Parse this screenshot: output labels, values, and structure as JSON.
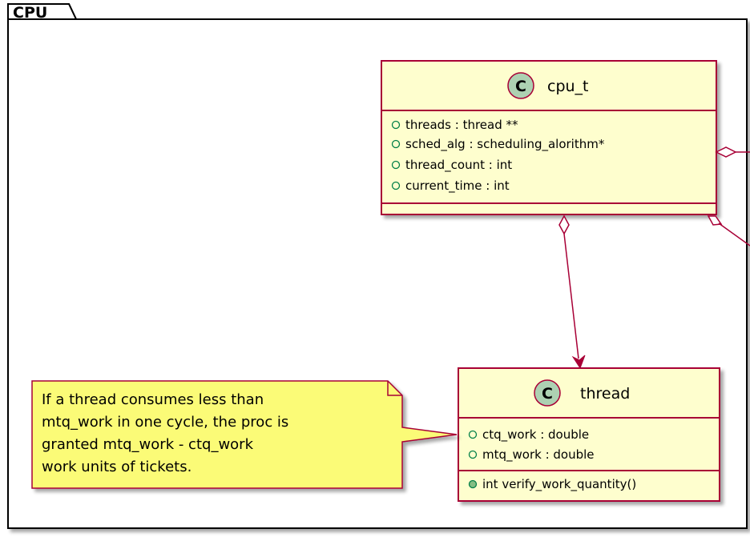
{
  "package": {
    "name": "CPU"
  },
  "colors": {
    "class_fill": "#FEFECE",
    "class_border": "#A80036",
    "class_glyph_fill": "#ADD1B2",
    "note_fill": "#FBFB77",
    "note_border": "#A80036",
    "package_border": "#000000",
    "arrow": "#A80036",
    "public_field_marker": "#038048",
    "public_method_marker": "#84BE84"
  },
  "classes": [
    {
      "id": "cpu_t",
      "glyph": "C",
      "name": "cpu_t",
      "fields": [
        {
          "visibility": "public",
          "text": "threads : thread **"
        },
        {
          "visibility": "public",
          "text": "sched_alg : scheduling_alorithm*"
        },
        {
          "visibility": "public",
          "text": "thread_count : int"
        },
        {
          "visibility": "public",
          "text": "current_time : int"
        }
      ],
      "methods": []
    },
    {
      "id": "thread",
      "glyph": "C",
      "name": "thread",
      "fields": [
        {
          "visibility": "public",
          "text": "ctq_work : double"
        },
        {
          "visibility": "public",
          "text": "mtq_work : double"
        }
      ],
      "methods": [
        {
          "visibility": "public",
          "text": "int verify_work_quantity()"
        }
      ]
    }
  ],
  "relations": [
    {
      "from": "cpu_t",
      "to": "thread",
      "kind": "aggregation"
    },
    {
      "from": "cpu_t",
      "to": "offscreen",
      "kind": "aggregation"
    },
    {
      "from": "cpu_t",
      "to": "offscreen",
      "kind": "aggregation"
    }
  ],
  "note": {
    "attached_to": "thread",
    "lines": [
      "If a thread consumes less than",
      "mtq_work in one cycle, the proc is",
      "granted mtq_work - ctq_work",
      "work units of tickets."
    ]
  }
}
